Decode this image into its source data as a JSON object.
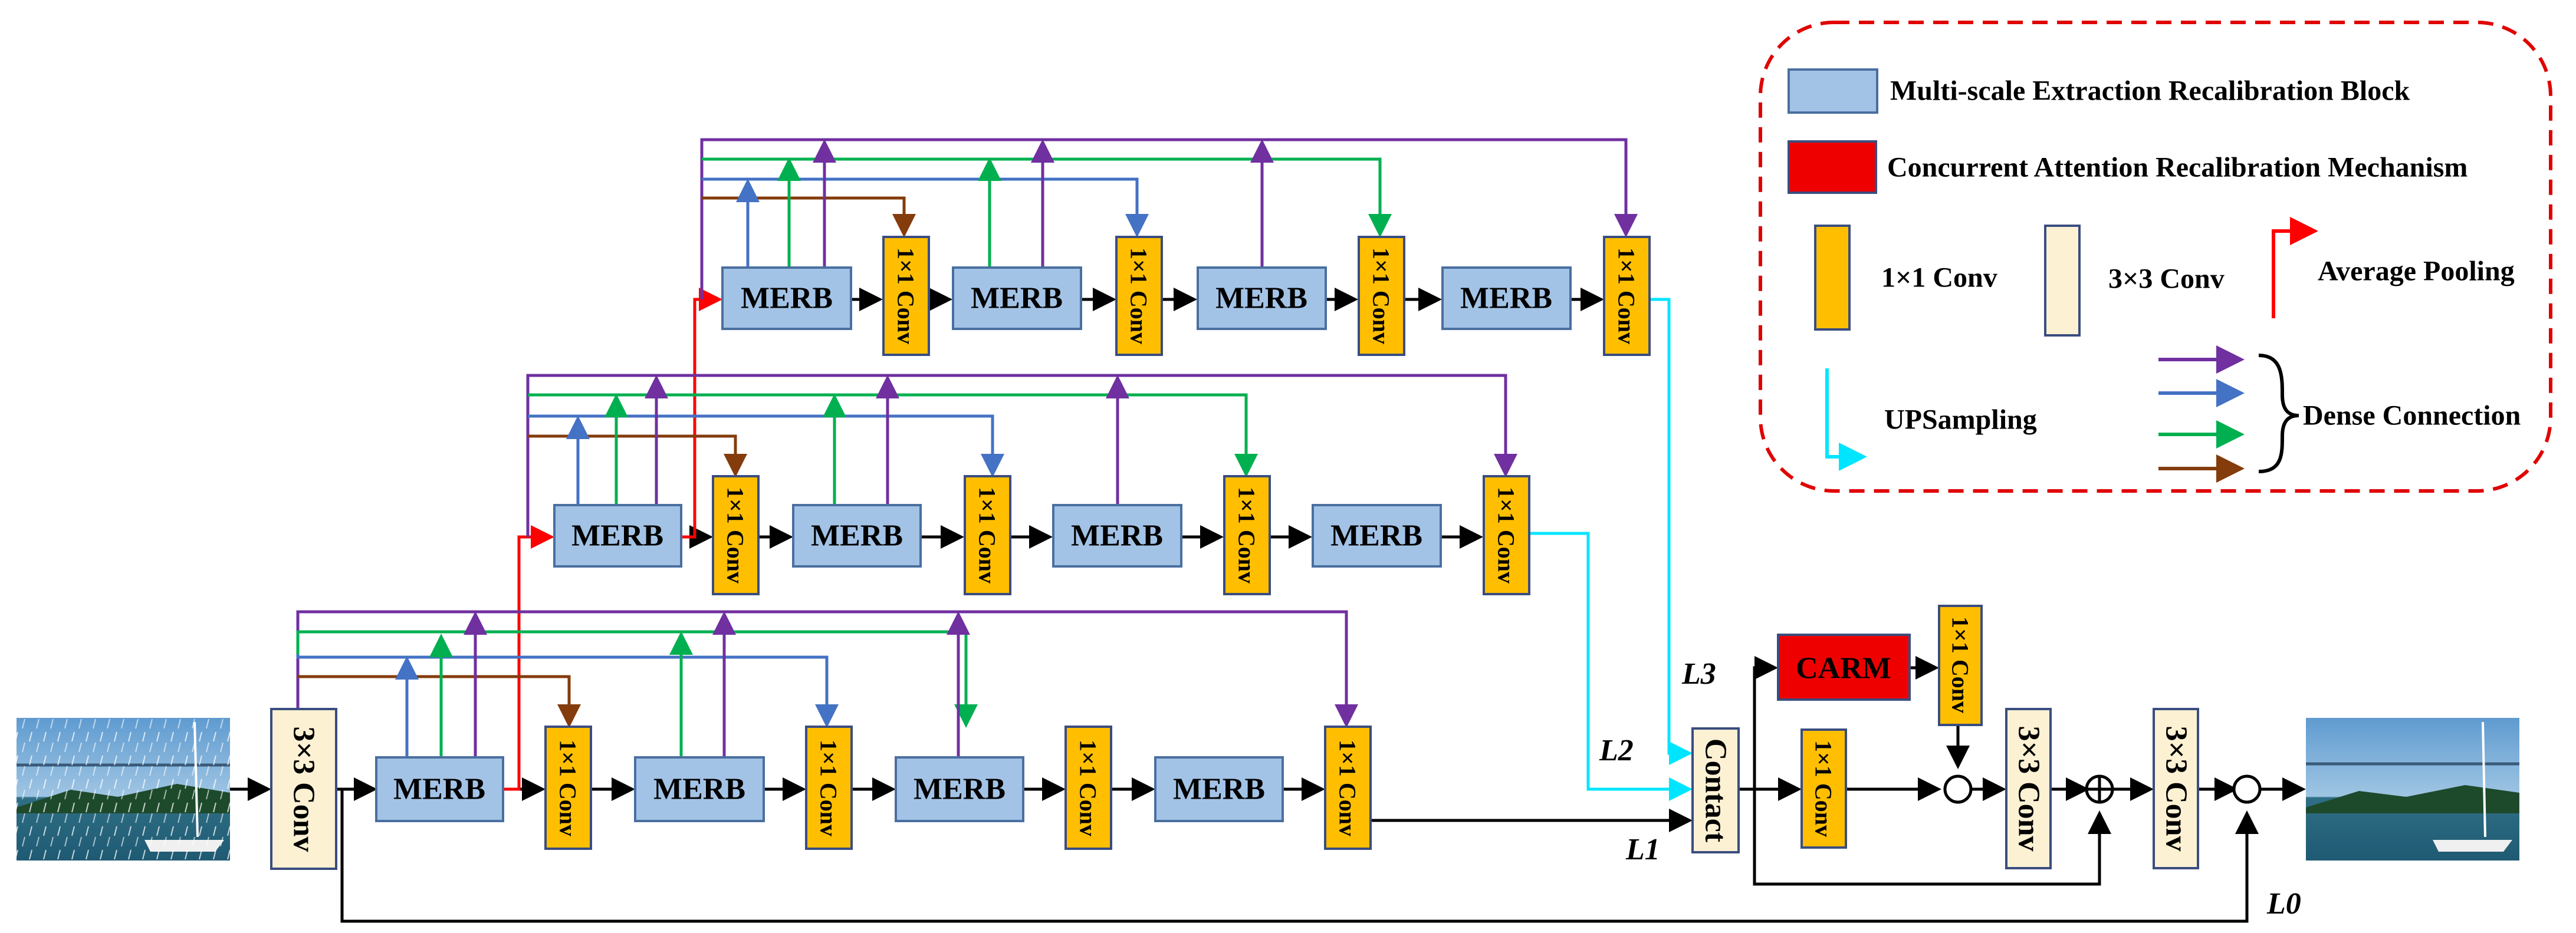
{
  "merb_label": "MERB",
  "conv1_label": "1×1 Conv",
  "conv3_label": "3×3 Conv",
  "contact_label": "Contact",
  "carm_label": "CARM",
  "level_labels": {
    "l0": "L0",
    "l1": "L1",
    "l2": "L2",
    "l3": "L3"
  },
  "legend": {
    "merb": "Multi-scale Extraction Recalibration Block",
    "carm": "Concurrent Attention Recalibration Mechanism",
    "conv1": "1×1  Conv",
    "conv3": "3×3  Conv",
    "avgpool": "Average Pooling",
    "upsampling": "UPSampling",
    "dense": "Dense Connection"
  },
  "colors": {
    "purple": "#7030a0",
    "blue": "#4472c4",
    "green": "#00b050",
    "brown": "#843c0c",
    "red": "#ff0000",
    "cyan": "#00e5ff",
    "legend_border": "#e00000"
  }
}
